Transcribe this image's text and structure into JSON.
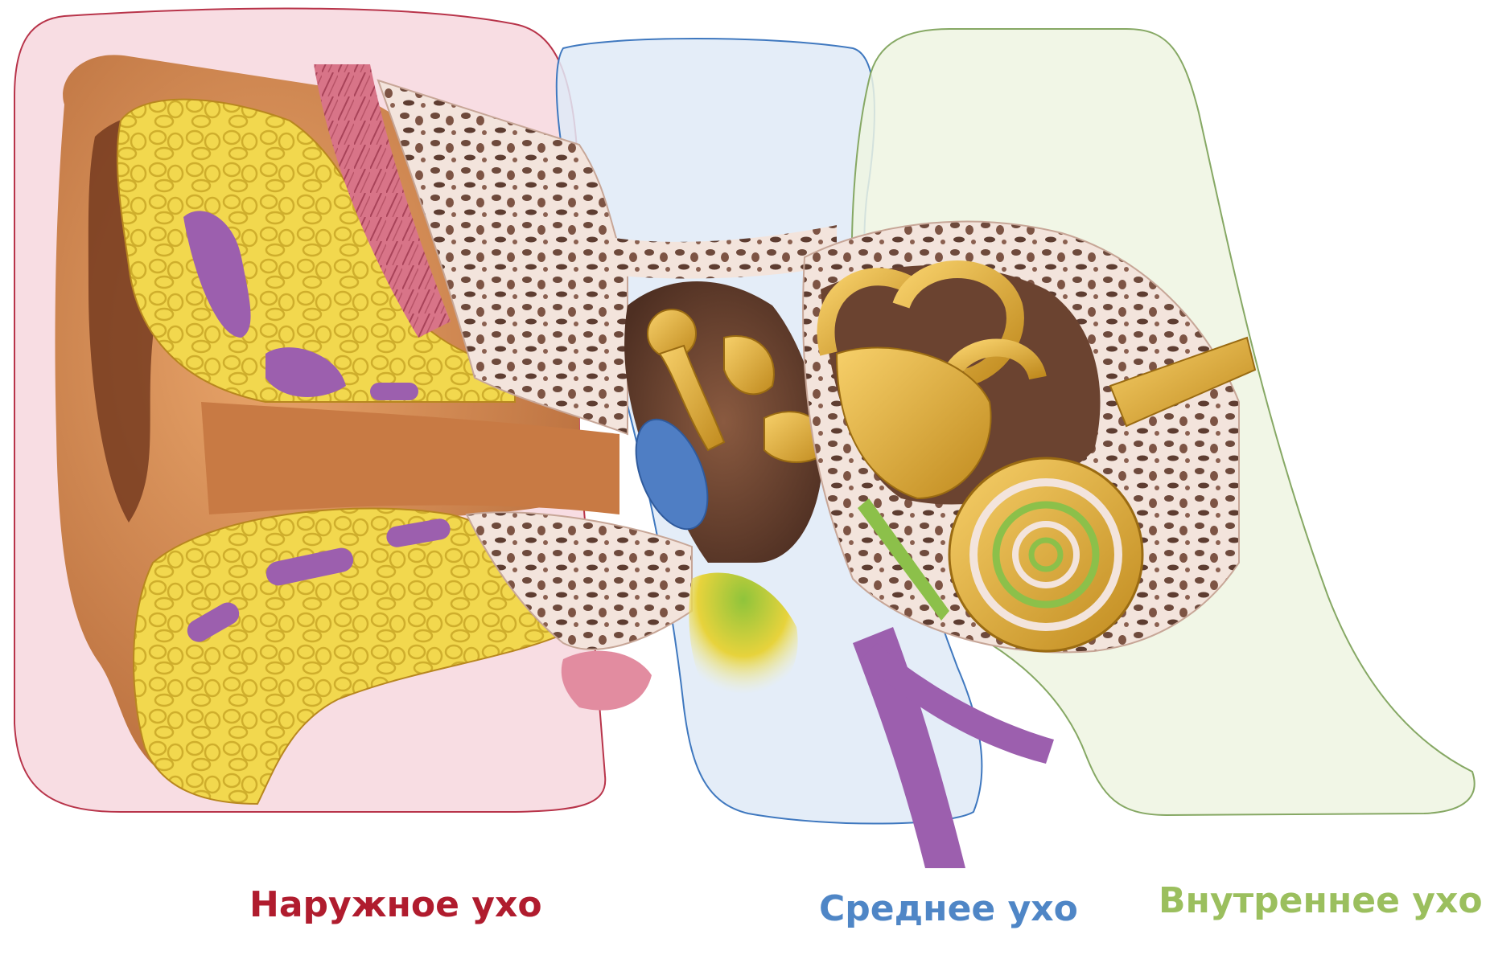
{
  "labels": {
    "outer": "Наружное ухо",
    "middle": "Среднее ухо",
    "inner": "Внутреннее ухо"
  },
  "colors": {
    "outer_label": "#b01c2e",
    "middle_label": "#4f86c6",
    "inner_label": "#9bbf5e",
    "outer_region": "#f8dde3",
    "middle_region": "#dfeaf7",
    "inner_region": "#eef4e2",
    "skin": "#d9935a",
    "cartilage": "#f0d64a",
    "bone": "#f3e4dc",
    "ossicles": "#e0ad2c",
    "eardrum": "#4f7ec4",
    "muscle": "#c9647a",
    "vein": "#9c5fae",
    "cavity": "#6b4330"
  }
}
